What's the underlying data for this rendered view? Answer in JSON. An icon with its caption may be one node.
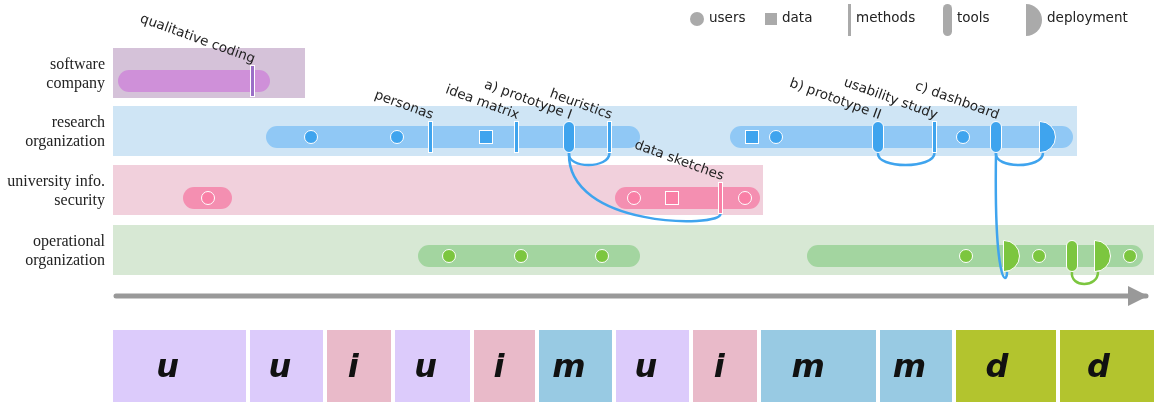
{
  "diagram": {
    "nodes": [
      {
        "text": [
          "software company"
        ]
      },
      {
        "text": [],
        "shape": "bar",
        "in": 0
      },
      {
        "text": [
          "qualitative coding"
        ],
        "in": 1
      },
      {
        "text": [
          "research organization"
        ]
      },
      {
        "text": [],
        "shape": "bar",
        "in": 3
      },
      {
        "text": [],
        "shape": "circle",
        "in": 4
      },
      {
        "text": [],
        "shape": "circle",
        "in": 4
      },
      {
        "text": [
          "personas"
        ],
        "in": 4
      },
      {
        "text": [],
        "shape": "box",
        "in": 4
      },
      {
        "text": [
          "idea matrix"
        ],
        "in": 4
      },
      {
        "text": [
          "a) prototype I"
        ],
        "in": 4
      },
      {
        "text": [
          "heuristics"
        ],
        "in": 4
      },
      {
        "text": [],
        "shape": "bar",
        "in": 3
      },
      {
        "text": [],
        "shape": "box",
        "in": 12
      },
      {
        "text": [],
        "shape": "circle",
        "in": 12
      },
      {
        "text": [
          "b) prototype II"
        ],
        "in": 12
      },
      {
        "text": [
          "usability study"
        ],
        "in": 12
      },
      {
        "text": [],
        "shape": "circle",
        "in": 12
      },
      {
        "text": [
          "c) dashboard"
        ],
        "in": 12
      },
      {
        "text": [],
        "shape": "semicircle",
        "in": 12
      },
      {
        "text": [
          "university info. security"
        ]
      },
      {
        "text": [],
        "shape": "bar",
        "in": 20
      },
      {
        "text": [],
        "shape": "circle",
        "in": 21
      },
      {
        "text": [],
        "shape": "bar",
        "in": 20
      },
      {
        "text": [],
        "shape": "circle",
        "in": 23
      },
      {
        "text": [],
        "shape": "box",
        "in": 23
      },
      {
        "text": [
          "data sketches"
        ],
        "in": 23
      },
      {
        "text": [],
        "shape": "circle",
        "in": 23
      },
      {
        "text": [
          "operational organization"
        ]
      },
      {
        "text": [],
        "shape": "bar",
        "in": 28
      },
      {
        "text": [],
        "shape": "circle",
        "in": 29
      },
      {
        "text": [],
        "shape": "circle",
        "in": 29
      },
      {
        "text": [],
        "shape": "circle",
        "in": 29
      },
      {
        "text": [],
        "shape": "bar",
        "in": 28
      },
      {
        "text": [],
        "shape": "circle",
        "in": 33
      },
      {
        "text": [],
        "shape": "semicircle",
        "in": 33
      },
      {
        "text": [],
        "shape": "circle",
        "in": 33
      },
      {
        "text": [],
        "shape": "capsule",
        "in": 33
      },
      {
        "text": [],
        "shape": "semicircle",
        "in": 33
      },
      {
        "text": [],
        "shape": "circle",
        "in": 33
      },
      {
        "text": [
          "u"
        ]
      },
      {
        "text": [
          "u"
        ]
      },
      {
        "text": [
          "i"
        ]
      },
      {
        "text": [
          "u"
        ]
      },
      {
        "text": [
          "i"
        ]
      },
      {
        "text": [
          "m"
        ]
      },
      {
        "text": [
          "u"
        ]
      },
      {
        "text": [
          "i"
        ]
      },
      {
        "text": [
          "m"
        ]
      },
      {
        "text": [
          "m"
        ]
      },
      {
        "text": [
          "d"
        ]
      },
      {
        "text": [
          "d"
        ]
      }
    ],
    "edges": [
      {
        "from": 10,
        "to": 11,
        "arrow": "none"
      },
      {
        "from": 10,
        "to": 26,
        "arrow": "none"
      },
      {
        "from": 15,
        "to": 16,
        "arrow": "none"
      },
      {
        "from": 18,
        "to": 19,
        "arrow": "none"
      },
      {
        "from": 18,
        "to": 35,
        "arrow": "none"
      },
      {
        "from": 37,
        "to": 38,
        "arrow": "none",
        "color": "#7cc63f"
      }
    ],
    "legend": [
      {
        "text": "users"
      },
      {
        "text": "data"
      },
      {
        "text": "methods"
      },
      {
        "text": "tools"
      },
      {
        "text": "deployment"
      }
    ]
  }
}
